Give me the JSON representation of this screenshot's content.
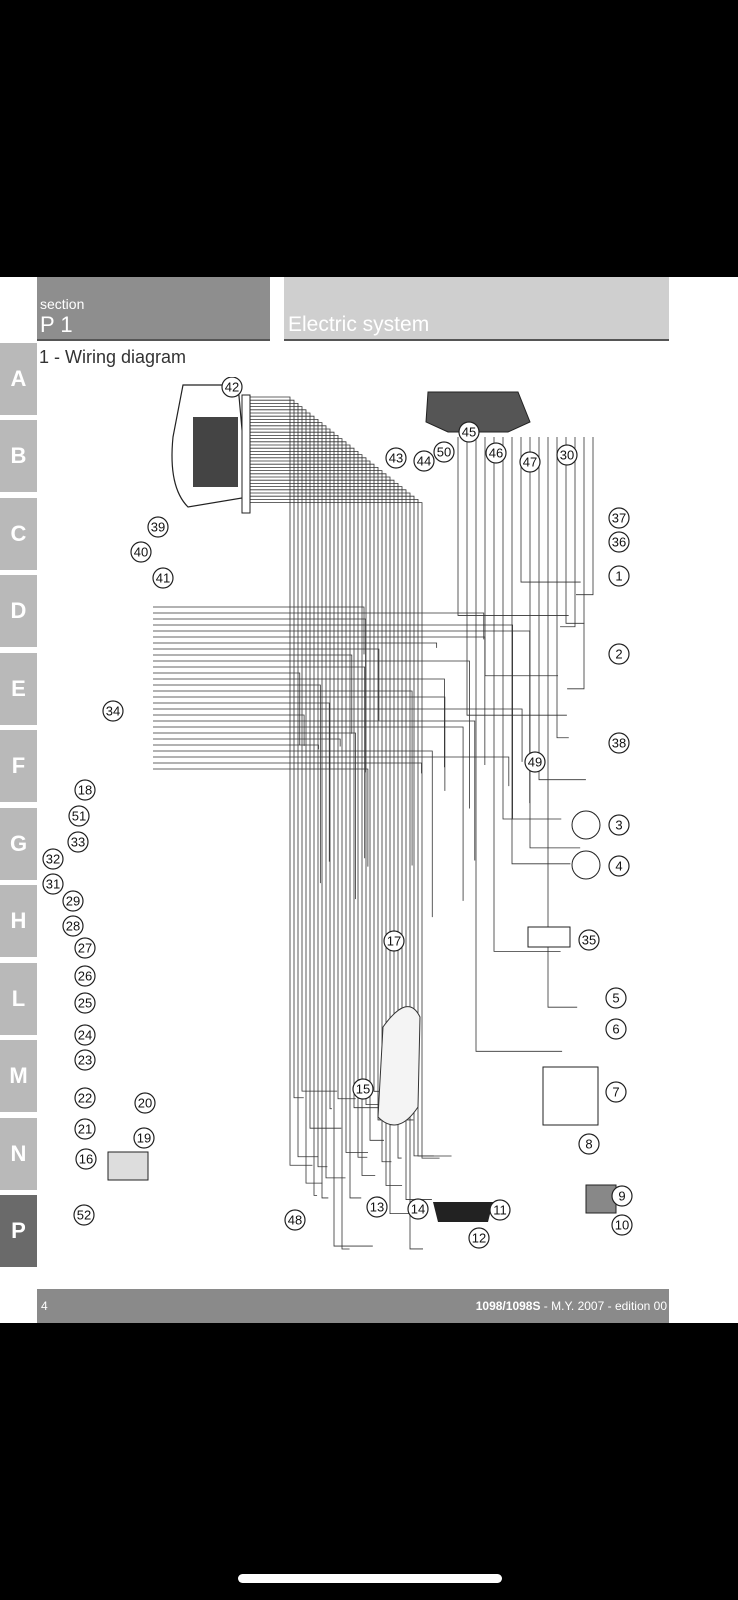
{
  "header": {
    "section_label": "section",
    "section_value": "P 1",
    "title": "Electric system"
  },
  "diagram_title": "1 - Wiring diagram",
  "tabs": [
    "A",
    "B",
    "C",
    "D",
    "E",
    "F",
    "G",
    "H",
    "L",
    "M",
    "N",
    "P"
  ],
  "active_tab": "P",
  "footer": {
    "page_number": "4",
    "model": "1098/1098S",
    "edition": " - M.Y. 2007 - edition 00"
  },
  "callouts": [
    "1",
    "2",
    "3",
    "4",
    "5",
    "6",
    "7",
    "8",
    "9",
    "10",
    "11",
    "12",
    "13",
    "14",
    "15",
    "16",
    "17",
    "18",
    "19",
    "20",
    "21",
    "22",
    "23",
    "24",
    "25",
    "26",
    "27",
    "28",
    "29",
    "30",
    "31",
    "32",
    "33",
    "34",
    "35",
    "36",
    "37",
    "38",
    "39",
    "40",
    "41",
    "42",
    "43",
    "44",
    "45",
    "46",
    "47",
    "48",
    "49",
    "50",
    "51",
    "52"
  ],
  "colors": {
    "page": "#ffffff",
    "header_dark": "#8e8e8e",
    "header_light": "#cfcfcf",
    "tab": "#b9b9b9",
    "tab_active": "#6a6a6a",
    "footer": "#8a8a8a",
    "background": "#000000"
  }
}
